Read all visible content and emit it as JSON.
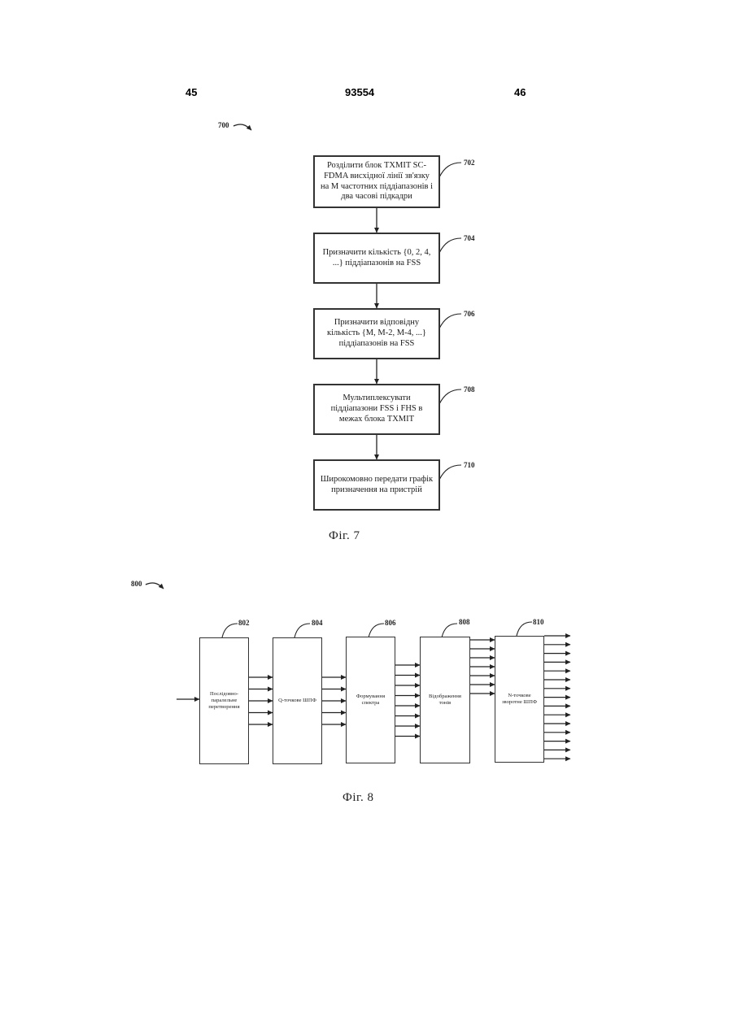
{
  "header": {
    "left_page": "45",
    "doc_number": "93554",
    "right_page": "46"
  },
  "fig7": {
    "ref": "700",
    "caption": "Фіг. 7",
    "steps": [
      {
        "ref": "702",
        "text": "Розділити блок TXMIT SC-FDMA висхідної лінії зв'язку на M частотних піддіапазонів і два часові підкадри"
      },
      {
        "ref": "704",
        "text": "Призначити кількість {0, 2, 4, ...} піддіапазонів на FSS"
      },
      {
        "ref": "706",
        "text": "Призначити відповідну кількість {M, M-2, M-4, ...} піддіапазонів на FSS"
      },
      {
        "ref": "708",
        "text": "Мультиплексувати піддіапазони FSS і FHS в межах блока TXMIT"
      },
      {
        "ref": "710",
        "text": "Широкомовно передати графік призначення на пристрій"
      }
    ]
  },
  "fig8": {
    "ref": "800",
    "caption": "Фіг. 8",
    "blocks": [
      {
        "ref": "802",
        "text": "Послідовно-паралельне перетворення"
      },
      {
        "ref": "804",
        "text": "Q-точкове ШПФ"
      },
      {
        "ref": "806",
        "text": "Формування спектра"
      },
      {
        "ref": "808",
        "text": "Відображення тонів"
      },
      {
        "ref": "810",
        "text": "N-точкове зворотне ШПФ"
      }
    ]
  }
}
